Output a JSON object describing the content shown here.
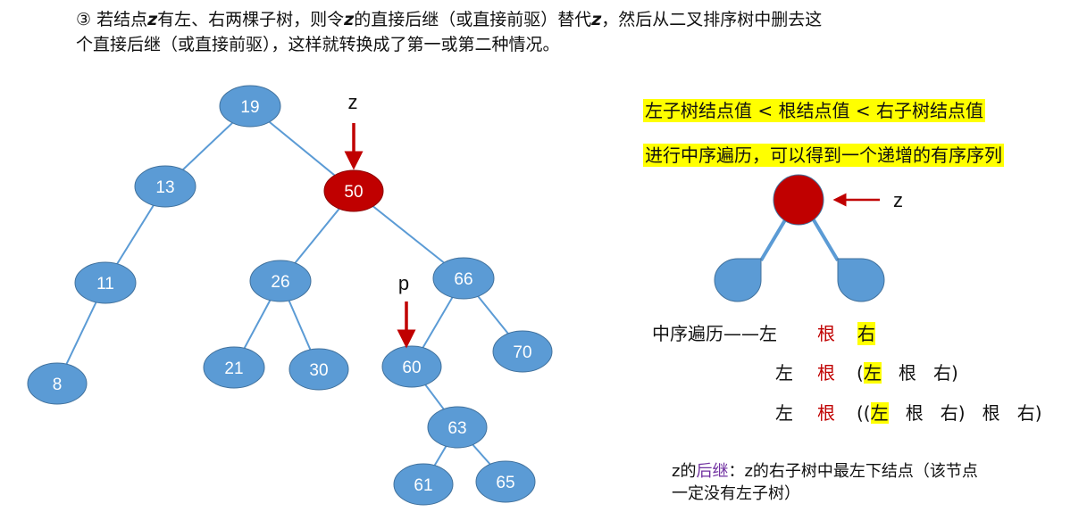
{
  "title": {
    "line1": [
      "③ 若结点",
      "z",
      "有左、右两棵子树，则令",
      "z",
      "的直接后继（或直接前驱）替代",
      "z",
      "，然后从二叉排序树中删去这"
    ],
    "line2": "个直接后继（或直接前驱），这样就转换成了第一或第二种情况。"
  },
  "tree": {
    "nodes": [
      "19",
      "13",
      "50",
      "11",
      "26",
      "66",
      "8",
      "21",
      "30",
      "60",
      "70",
      "63",
      "61",
      "65"
    ],
    "z_label": "z",
    "p_label": "p"
  },
  "colors": {
    "node": "#5b9bd5",
    "highlight_node": "#c00000",
    "arrow": "#c00000",
    "edge": "#5b9bd5",
    "highlight_bg": "#ffff00"
  },
  "right": {
    "rule1": "左子树结点值 < 根结点值 < 右子树结点值",
    "rule2": "进行中序遍历，可以得到一个递增的有序序列",
    "z_label": "z",
    "inorder": {
      "row1": {
        "prefix": "中序遍历——左",
        "root": "根",
        "right": "右"
      },
      "row2": {
        "left": "左",
        "root": "根",
        "open": "(",
        "sub_left": "左",
        "sub_root": "根",
        "sub_right": "右)"
      },
      "row3": {
        "left": "左",
        "root": "根",
        "open": "((",
        "sub_left": "左",
        "sub_root": "根",
        "sub_right": "右)",
        "root2": "根",
        "right2": "右)"
      }
    },
    "note": {
      "z1": "z的",
      "succ": "后继",
      "rest1": "：z的右子树中最左下结点（该节点",
      "line2": "一定没有左子树）"
    }
  }
}
